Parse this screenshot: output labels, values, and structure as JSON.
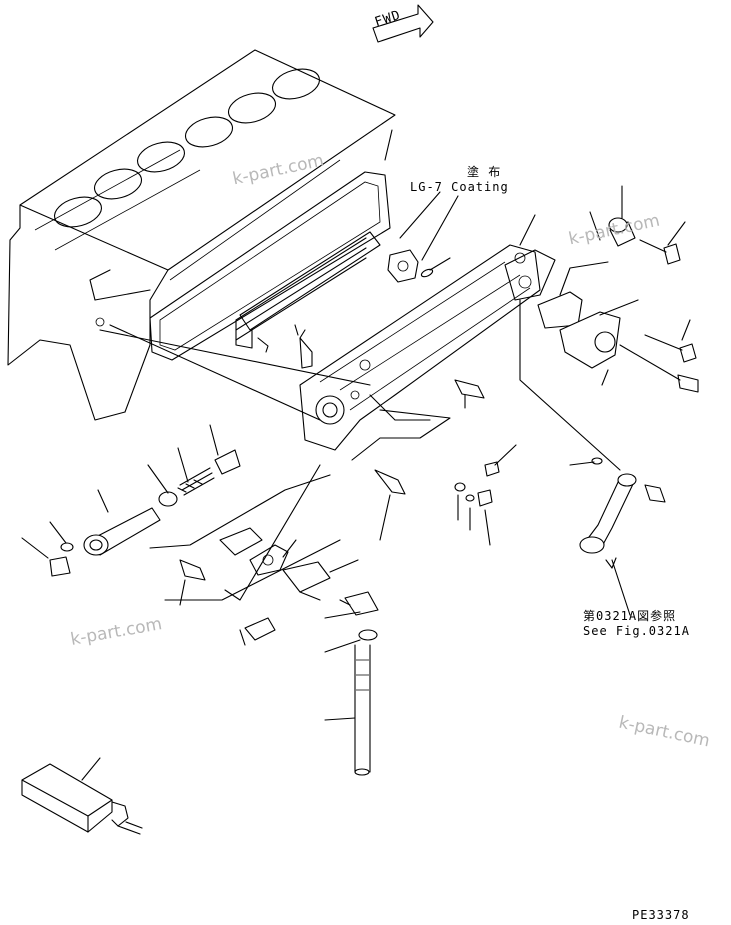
{
  "labels": {
    "fwd": "FWD",
    "coating_jp": "塗 布",
    "coating_en": "LG-7 Coating",
    "ref_jp": "第0321A図参照",
    "ref_en": "See Fig.0321A",
    "drawing_number": "PE33378"
  },
  "watermark": "k-part.com"
}
